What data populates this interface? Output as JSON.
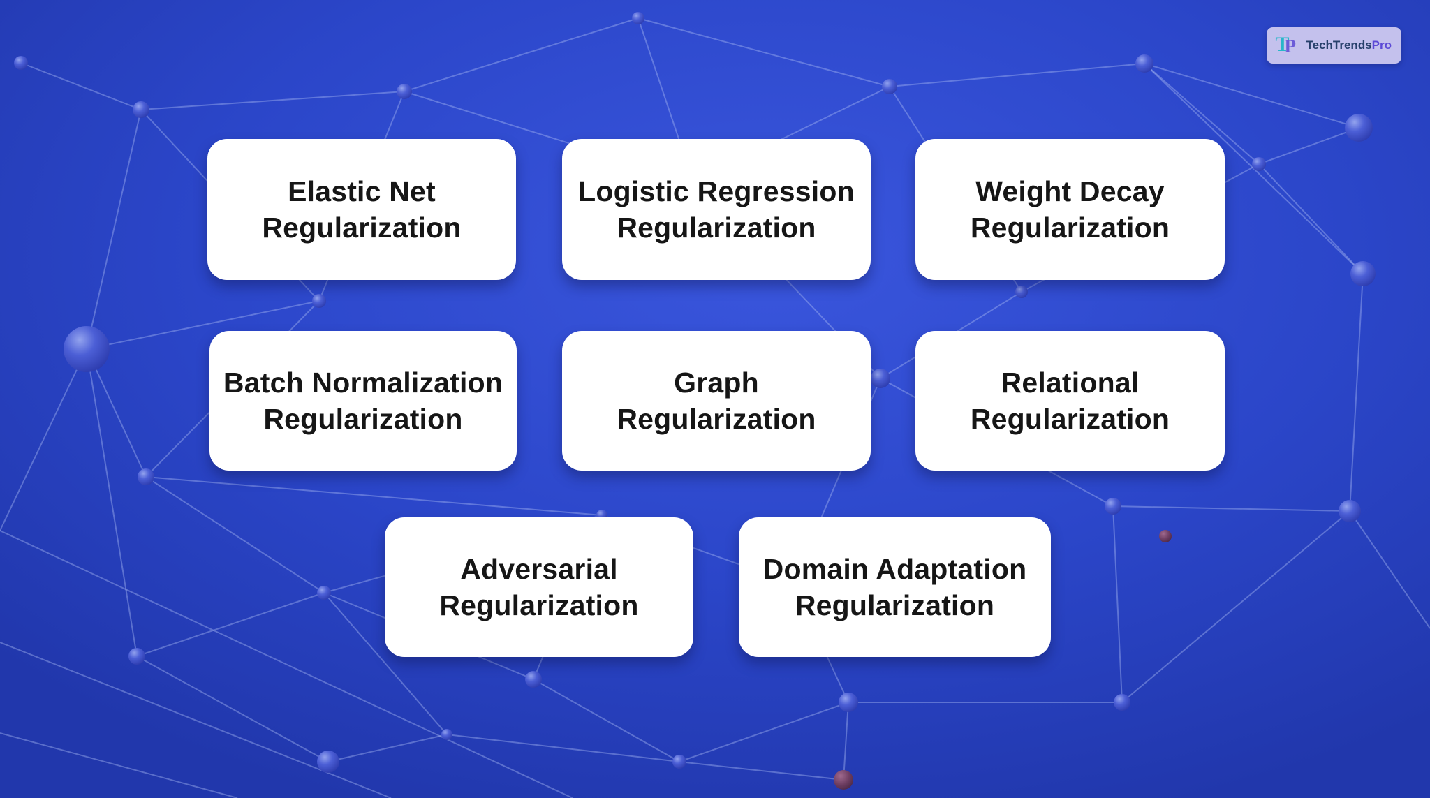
{
  "background": {
    "base_color": "#2b46c9",
    "network_line_color": "#aab9f2",
    "sphere_color": "#4c5fd6"
  },
  "logo": {
    "icon": "TP",
    "text_main": "TechTrends",
    "text_accent": "Pro"
  },
  "cards": [
    {
      "line1": "Elastic Net",
      "line2": "Regularization"
    },
    {
      "line1": "Logistic Regression",
      "line2": "Regularization"
    },
    {
      "line1": "Weight Decay",
      "line2": "Regularization"
    },
    {
      "line1": "Batch Normalization",
      "line2": "Regularization"
    },
    {
      "line1": "Graph",
      "line2": "Regularization"
    },
    {
      "line1": "Relational",
      "line2": "Regularization"
    },
    {
      "line1": "Adversarial",
      "line2": "Regularization"
    },
    {
      "line1": "Domain Adaptation",
      "line2": "Regularization"
    }
  ]
}
